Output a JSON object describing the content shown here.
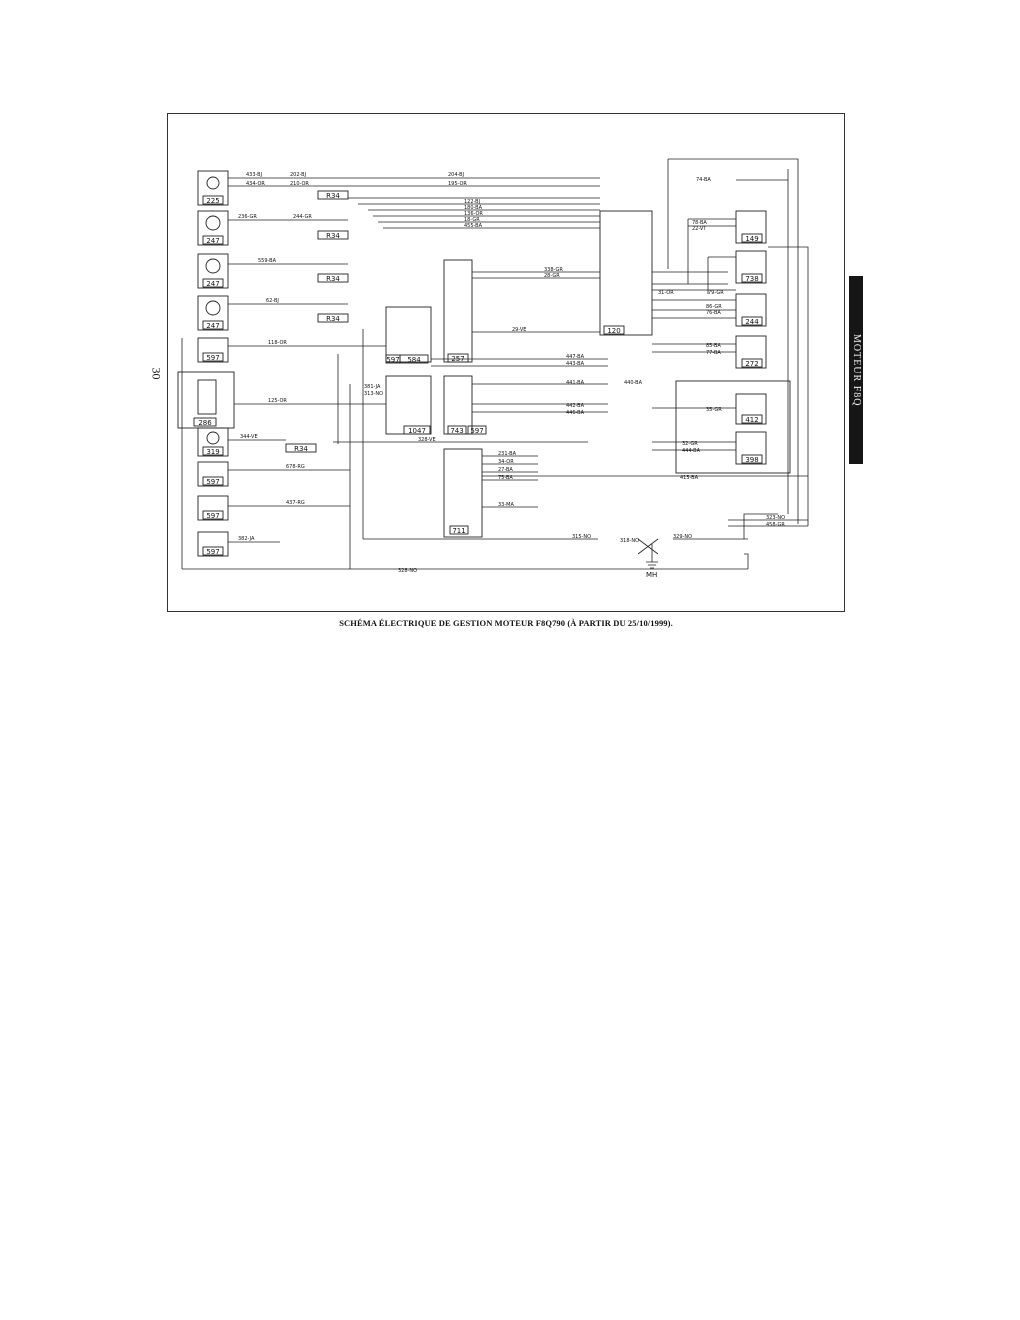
{
  "page": {
    "number": "30",
    "section_tab": "MOTEUR F8Q"
  },
  "caption": "SCHÉMA ÉLECTRIQUE DE GESTION MOTEUR F8Q790 (À PARTIR DU 25/10/1999).",
  "diagram": {
    "components": [
      {
        "id": "225"
      },
      {
        "id": "247"
      },
      {
        "id": "247"
      },
      {
        "id": "247"
      },
      {
        "id": "597"
      },
      {
        "id": "286"
      },
      {
        "id": "319"
      },
      {
        "id": "597"
      },
      {
        "id": "597"
      },
      {
        "id": "597"
      },
      {
        "id": "597"
      },
      {
        "id": "584"
      },
      {
        "id": "257"
      },
      {
        "id": "597"
      },
      {
        "id": "1047"
      },
      {
        "id": "743"
      },
      {
        "id": "597"
      },
      {
        "id": "711"
      },
      {
        "id": "120"
      },
      {
        "id": "149"
      },
      {
        "id": "738"
      },
      {
        "id": "244"
      },
      {
        "id": "272"
      },
      {
        "id": "412"
      },
      {
        "id": "398"
      }
    ],
    "connectors": [
      "R34",
      "R34",
      "R34",
      "R34",
      "R34"
    ],
    "ground": "MH",
    "wire_labels": [
      "433-BJ",
      "434-OR",
      "202-BJ",
      "210-OR",
      "236-GR",
      "244-GR",
      "559-BA",
      "62-BJ",
      "118-OR",
      "125-OR",
      "344-VE",
      "678-RG",
      "437-RG",
      "382-JA",
      "204-BJ",
      "195-OR",
      "122-BJ",
      "180-BA",
      "136-OR",
      "18-GR",
      "455-BA",
      "338-GR",
      "28-GR",
      "29-VE",
      "447-BA",
      "443-BA",
      "441-BA",
      "442-BA",
      "446-BA",
      "440-BA",
      "328-VE",
      "231-BA",
      "34-OR",
      "27-BA",
      "75-BA",
      "33-MA",
      "315-NO",
      "318-NO",
      "329-NO",
      "323-NO",
      "458-GR",
      "74-BA",
      "78-BA",
      "22-VT",
      "79-GR",
      "31-OR",
      "86-GR",
      "76-BA",
      "85-BA",
      "77-BA",
      "35-GR",
      "32-GR",
      "444-BA",
      "415-BA",
      "381-JA",
      "313-NO",
      "328-NO"
    ]
  }
}
